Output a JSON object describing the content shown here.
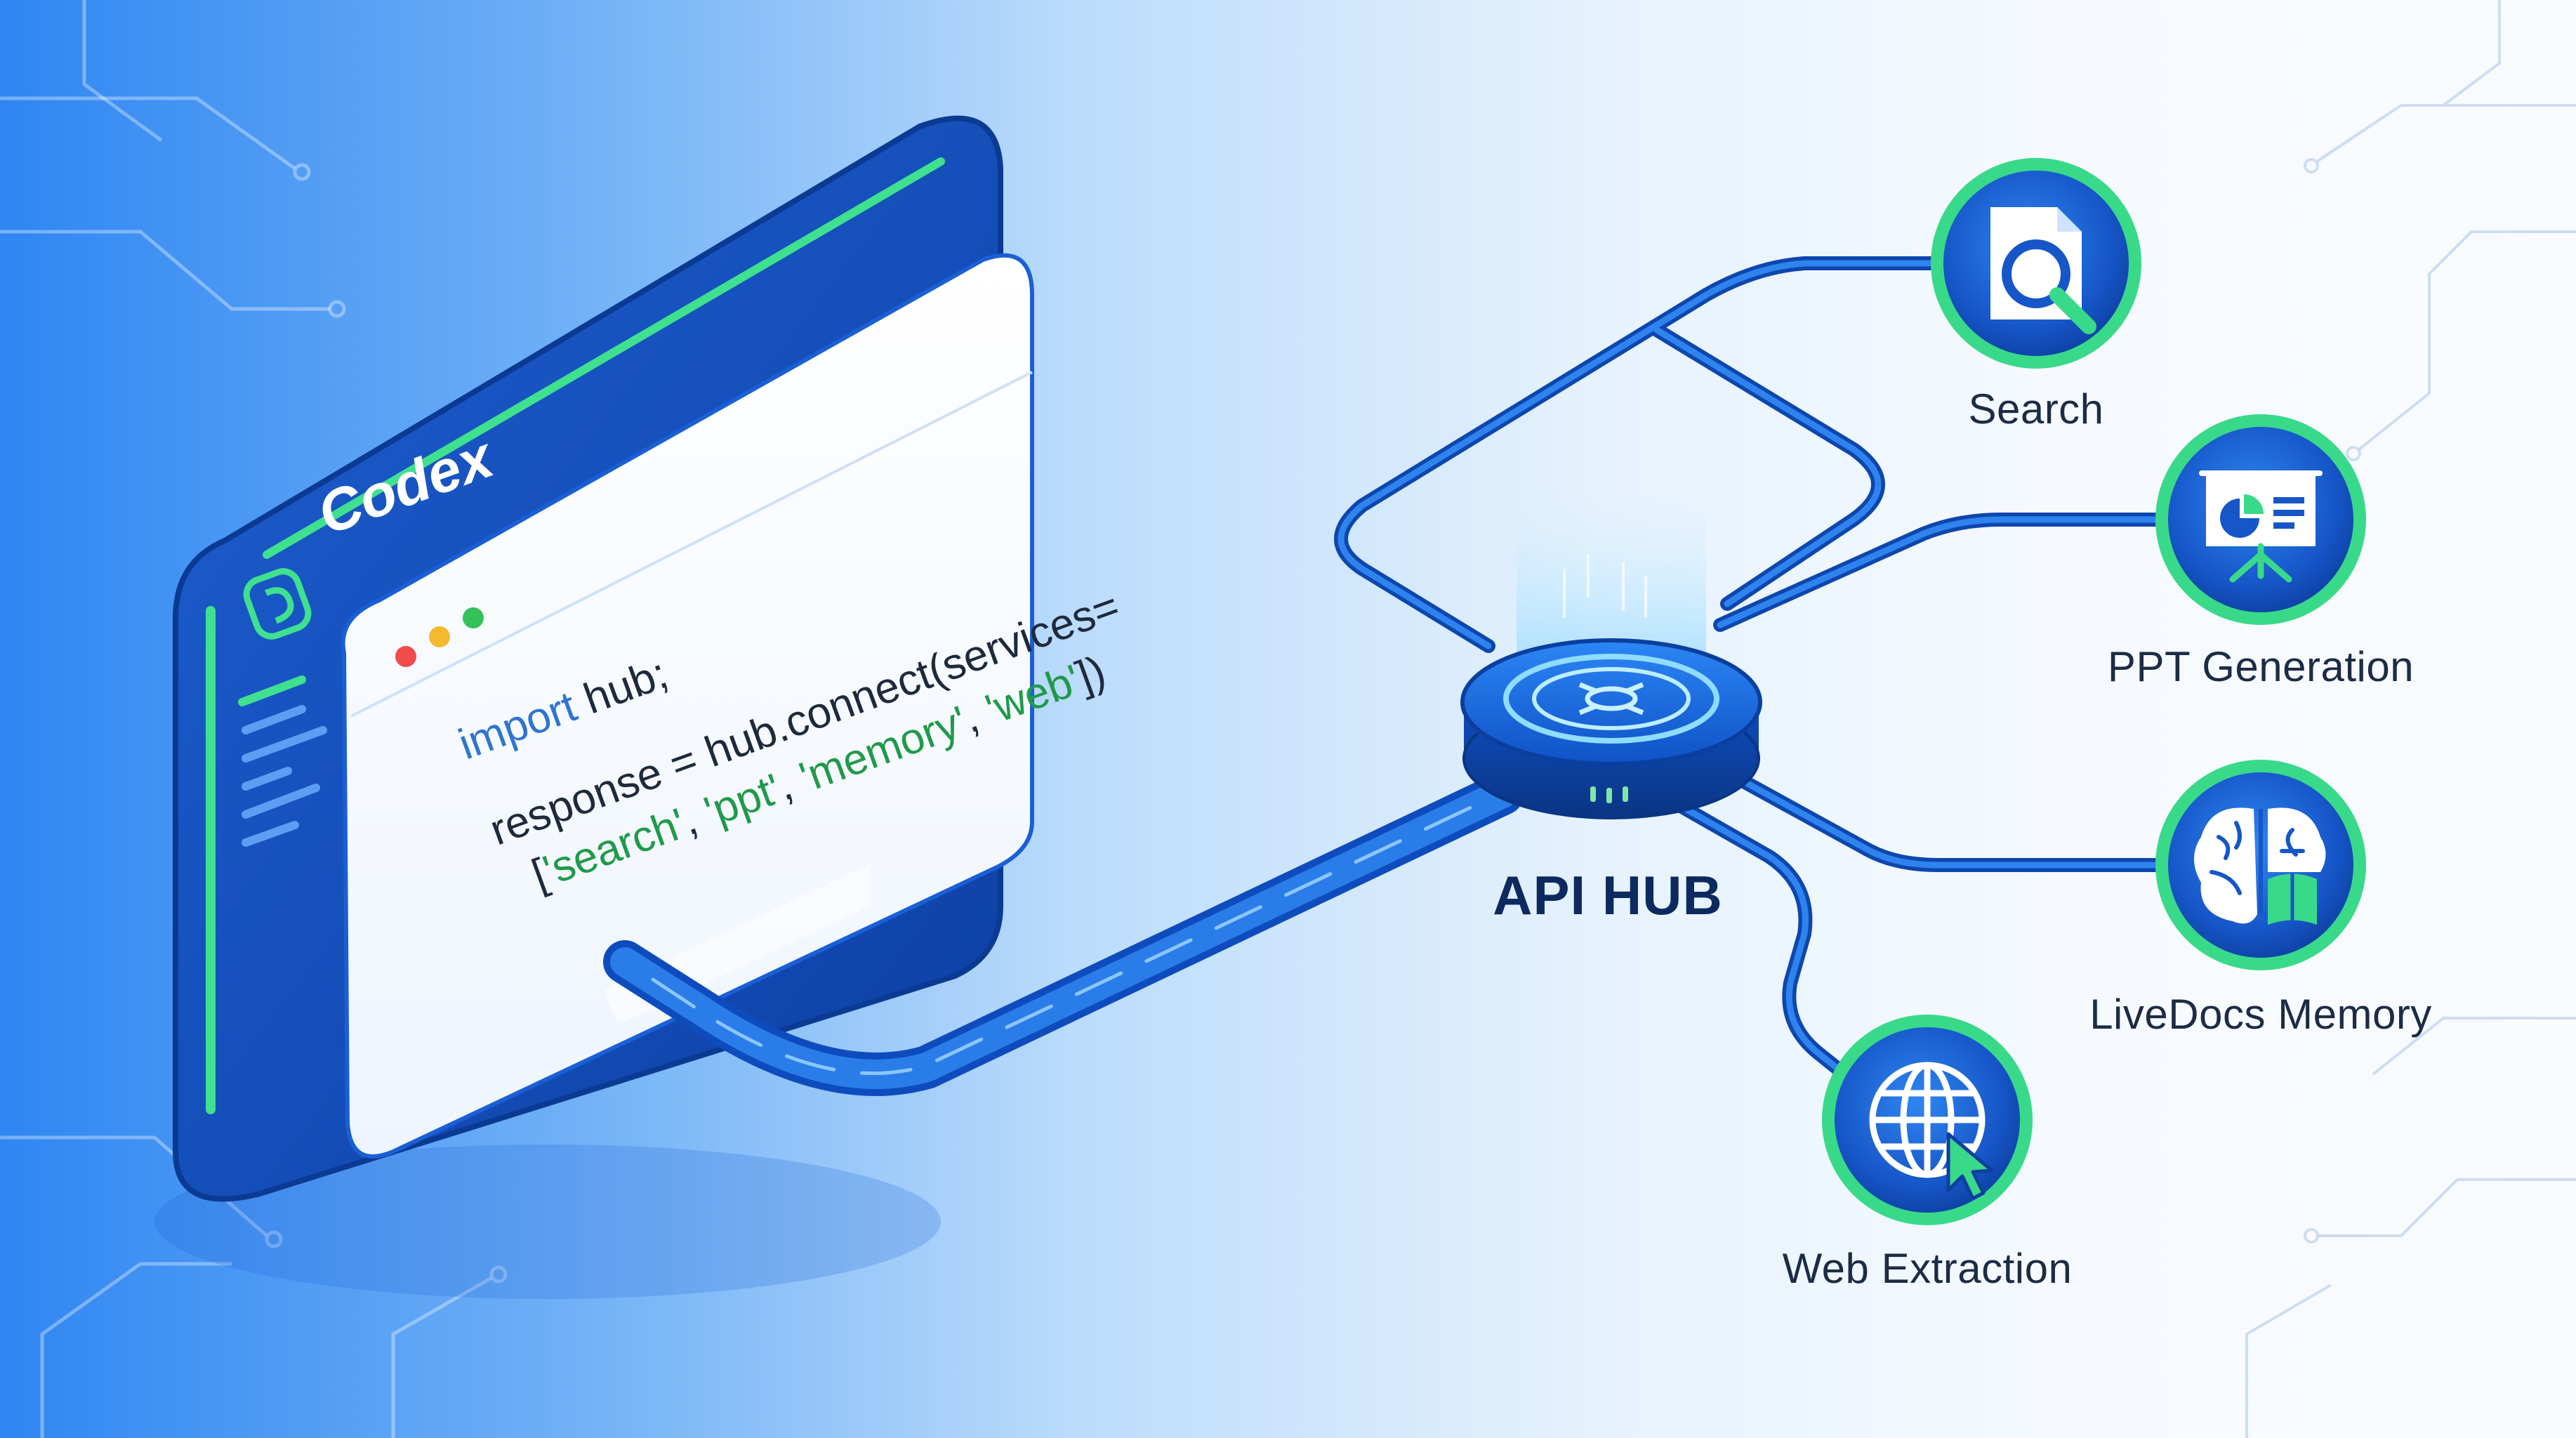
{
  "brand": {
    "name": "Codex"
  },
  "editor": {
    "lines": [
      {
        "parts": [
          {
            "text": "import",
            "color": "#2f74d0"
          },
          {
            "text": " hub;",
            "color": "#1e2a3c"
          }
        ]
      },
      {
        "parts": [
          {
            "text": "response = hub.connect(services=",
            "color": "#1e2a3c"
          }
        ]
      },
      {
        "parts": [
          {
            "text": "  [",
            "color": "#1e2a3c"
          },
          {
            "text": "'search'",
            "color": "#1f9a4a"
          },
          {
            "text": ", ",
            "color": "#1e2a3c"
          },
          {
            "text": "'ppt'",
            "color": "#1f9a4a"
          },
          {
            "text": ", ",
            "color": "#1e2a3c"
          },
          {
            "text": "'memory'",
            "color": "#1f9a4a"
          },
          {
            "text": ", ",
            "color": "#1e2a3c"
          },
          {
            "text": "'web'",
            "color": "#1f9a4a"
          },
          {
            "text": "])",
            "color": "#1e2a3c"
          }
        ]
      }
    ],
    "window_dots": [
      "#ef4b4b",
      "#f5b82e",
      "#33c25a"
    ]
  },
  "hub": {
    "label": "API HUB"
  },
  "services": [
    {
      "id": "search",
      "label": "Search",
      "icon": "search-document-icon"
    },
    {
      "id": "ppt",
      "label": "PPT Generation",
      "icon": "presentation-board-icon"
    },
    {
      "id": "memory",
      "label": "LiveDocs Memory",
      "icon": "brain-book-icon"
    },
    {
      "id": "web",
      "label": "Web Extraction",
      "icon": "globe-cursor-icon"
    }
  ],
  "colors": {
    "accent_blue": "#1a5fd6",
    "dark_blue": "#0b3f9e",
    "accent_green": "#39d98a",
    "cable": "#1f6fe0",
    "label_text": "#1c2c44"
  }
}
